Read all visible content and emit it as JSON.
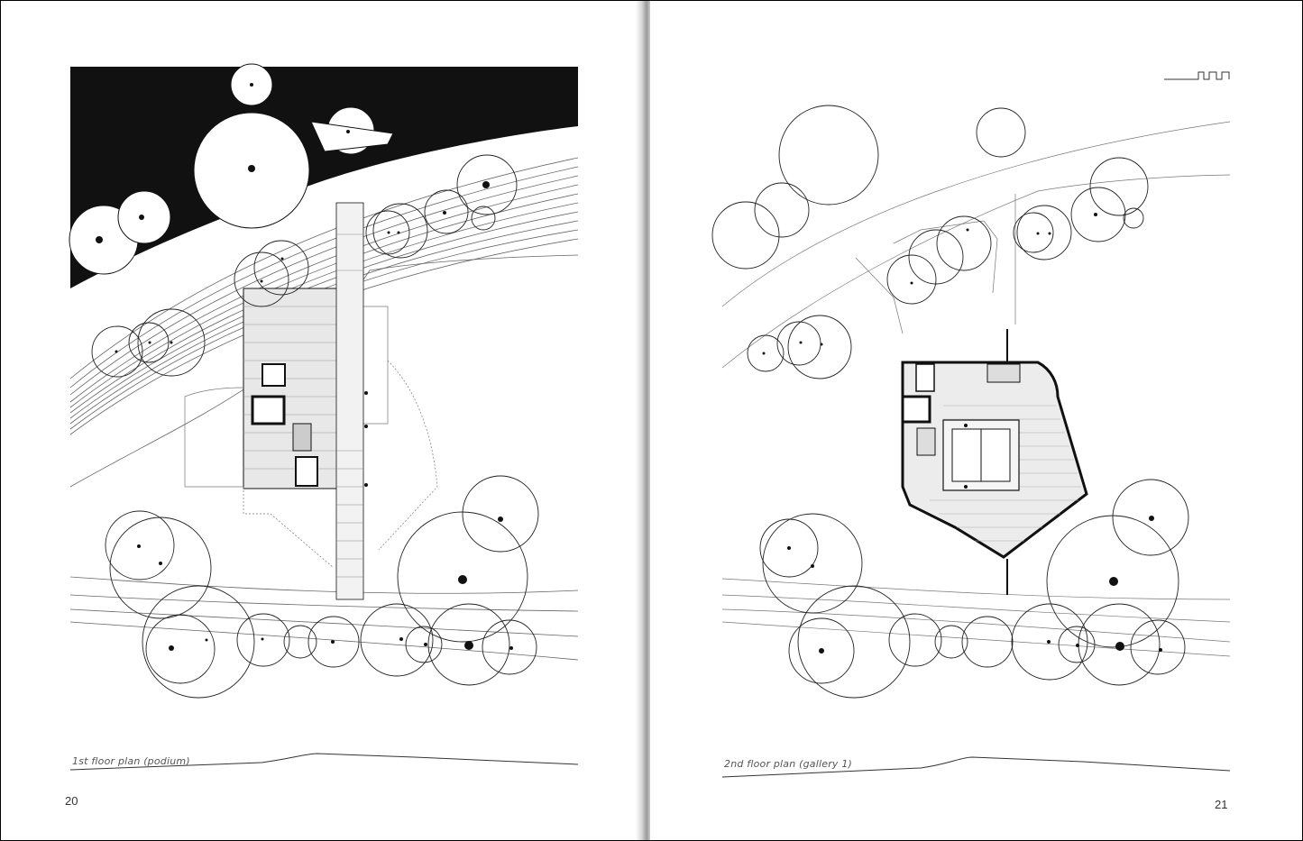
{
  "left_page": {
    "caption": "1st floor plan (podium)",
    "page_number": "20"
  },
  "right_page": {
    "caption": "2nd floor plan (gallery 1)",
    "page_number": "21"
  },
  "colors": {
    "ink": "#111111",
    "line": "#555555",
    "paper": "#ffffff"
  }
}
